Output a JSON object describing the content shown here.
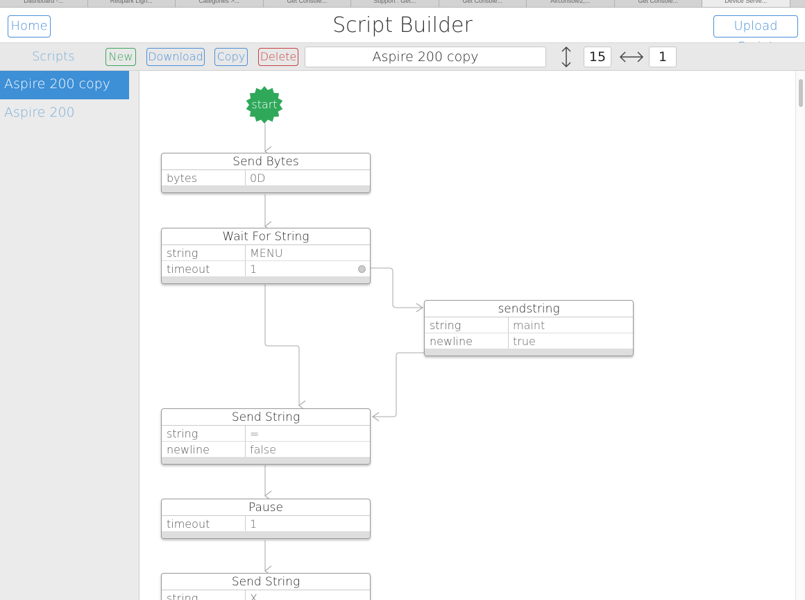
{
  "browser_tabs": [
    "Dashboard -...",
    "Redpark Ligh...",
    "Categories >...",
    "Get Console...",
    "Support : Get...",
    "Get Console...",
    "Airconsole2,...",
    "Get Console...",
    "Device Serve..."
  ],
  "header": {
    "title": "Script Builder",
    "home_label": "Home",
    "upload_label": "Upload Script"
  },
  "toolbar": {
    "scripts_label": "Scripts",
    "new_label": "New",
    "download_label": "Download",
    "copy_label": "Copy",
    "delete_label": "Delete",
    "script_name": "Aspire 200 copy",
    "vertical_spacing": "15",
    "horizontal_spacing": "1"
  },
  "colors": {
    "accent": "#4a90d9",
    "selected": "#3d8fd6",
    "new_green": "#3aa65a",
    "delete_red": "#c84040",
    "start_green": "#2fa85a"
  },
  "sidebar": {
    "items": [
      {
        "label": "Aspire 200 copy",
        "selected": true
      },
      {
        "label": "Aspire 200",
        "selected": false
      }
    ]
  },
  "flow": {
    "start_label": "start",
    "nodes": [
      {
        "title": "Send Bytes",
        "rows": [
          {
            "key": "bytes",
            "value": "0D"
          }
        ]
      },
      {
        "title": "Wait For String",
        "rows": [
          {
            "key": "string",
            "value": "MENU"
          },
          {
            "key": "timeout",
            "value": "1"
          }
        ]
      },
      {
        "title": "sendstring",
        "rows": [
          {
            "key": "string",
            "value": "maint"
          },
          {
            "key": "newline",
            "value": "true"
          }
        ]
      },
      {
        "title": "Send String",
        "rows": [
          {
            "key": "string",
            "value": "="
          },
          {
            "key": "newline",
            "value": "false"
          }
        ]
      },
      {
        "title": "Pause",
        "rows": [
          {
            "key": "timeout",
            "value": "1"
          }
        ]
      },
      {
        "title": "Send String",
        "rows": [
          {
            "key": "string",
            "value": "X"
          }
        ]
      }
    ]
  }
}
